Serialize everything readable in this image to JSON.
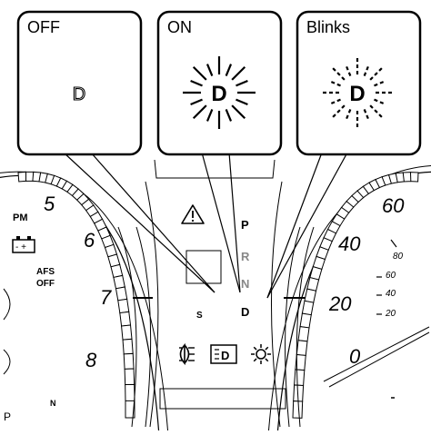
{
  "callouts": [
    {
      "label": "OFF",
      "symbol": "D",
      "state": "off"
    },
    {
      "label": "ON",
      "symbol": "D",
      "state": "on"
    },
    {
      "label": "Blinks",
      "symbol": "D",
      "state": "blink"
    }
  ],
  "tachometer": {
    "numbers": [
      "5",
      "6",
      "7",
      "8"
    ]
  },
  "speedometer": {
    "numbers": [
      "60",
      "40",
      "20",
      "0"
    ],
    "inner_numbers": [
      "80",
      "60",
      "40",
      "20"
    ]
  },
  "shift_indicator": {
    "letters": [
      "P",
      "R",
      "N",
      "D"
    ],
    "active": "D"
  },
  "left_panel": {
    "pm_text": "PM",
    "afs_line1": "AFS",
    "afs_line2": "OFF",
    "s_label": "S"
  },
  "bottom_icons": {
    "indicator_d": "D"
  },
  "icons": [
    "warning-triangle-icon",
    "battery-icon",
    "fog-light-icon",
    "headlight-indicator-icon",
    "sun-icon"
  ],
  "figure_note": "P"
}
